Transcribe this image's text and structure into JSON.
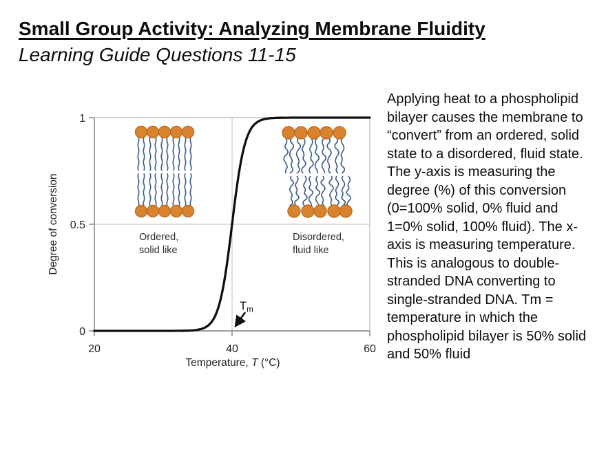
{
  "slide": {
    "title": "Small Group Activity: Analyzing Membrane Fluidity",
    "subtitle": "Learning Guide Questions 11-15"
  },
  "chart_data": {
    "type": "line",
    "title": "",
    "ylabel": "Degree of conversion",
    "xlabel_parts": {
      "prefix": "Temperature, ",
      "symbol": "T",
      "suffix": " (°C)"
    },
    "xlim": [
      20,
      60
    ],
    "ylim": [
      0,
      1
    ],
    "x_ticks": [
      20,
      40,
      60
    ],
    "y_ticks": [
      0,
      0.5,
      1
    ],
    "x_tick_labels": [
      "20",
      "40",
      "60"
    ],
    "y_tick_labels": [
      "1",
      "0.5",
      "0"
    ],
    "gridlines": {
      "vertical_at_x": 40,
      "horizontal_at_y": 0.5,
      "border_box": true
    },
    "sigmoid": {
      "midpoint": 40,
      "scale": 0.95
    },
    "points": [
      [
        20,
        0
      ],
      [
        24,
        0
      ],
      [
        28,
        0
      ],
      [
        32,
        0
      ],
      [
        34,
        0.002
      ],
      [
        35,
        0.005
      ],
      [
        36,
        0.015
      ],
      [
        37,
        0.04
      ],
      [
        38,
        0.11
      ],
      [
        39,
        0.26
      ],
      [
        40,
        0.5
      ],
      [
        41,
        0.74
      ],
      [
        42,
        0.89
      ],
      [
        43,
        0.96
      ],
      [
        44,
        0.985
      ],
      [
        45,
        0.995
      ],
      [
        46,
        1
      ],
      [
        50,
        1
      ],
      [
        55,
        1
      ],
      [
        60,
        1
      ]
    ],
    "annotations": {
      "tm": {
        "main": "T",
        "sub": "m",
        "points_to_x": 40,
        "points_to_y": 0
      },
      "regions": [
        {
          "line1": "Ordered,",
          "line2": "solid like"
        },
        {
          "line1": "Disordered,",
          "line2": "fluid like"
        }
      ]
    },
    "colors": {
      "curve": "#0f0f0f",
      "axis": "#7f7f7f",
      "border": "#a8a8a8",
      "grid": "#bfbfbf",
      "lipid_head": "#d9832e",
      "lipid_head_stroke": "#bd6c22",
      "lipid_tail": "#41618e"
    }
  },
  "description": {
    "text": "Applying heat to a phospholipid bilayer causes the membrane to “convert” from an ordered, solid state to a disordered, fluid state. The y-axis is measuring the degree (%) of this conversion (0=100% solid, 0% fluid and 1=0% solid, 100% fluid). The x-axis is measuring temperature. This is analogous to double-stranded DNA converting to single-stranded DNA.  Tm = temperature in which the phospholipid bilayer is 50% solid and 50% fluid"
  }
}
